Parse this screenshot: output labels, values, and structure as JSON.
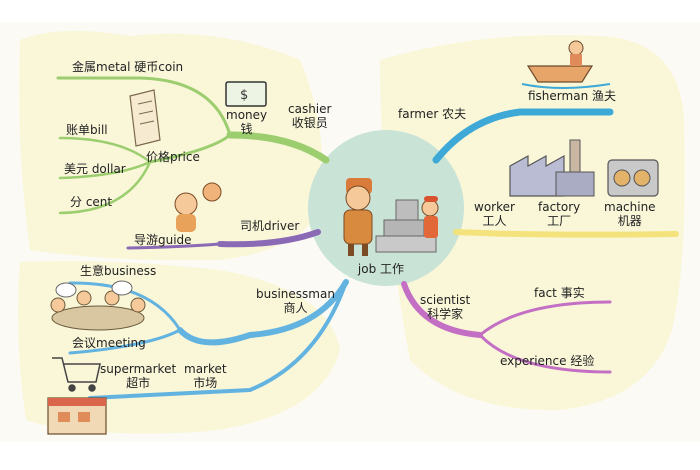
{
  "center": {
    "line1": "job",
    "line2": "工作"
  },
  "branches": {
    "cashier": {
      "label_en": "cashier",
      "label_cn": "收银员",
      "money": {
        "en": "money",
        "cn": "钱"
      },
      "metal_coin": "金属metal  硬币coin",
      "price": "价格price",
      "bill": "账单bill",
      "dollar": "美元 dollar",
      "cent": "分 cent"
    },
    "driver": {
      "label": "司机driver",
      "guide": "导游guide"
    },
    "businessman": {
      "label_en": "businessman",
      "label_cn": "商人",
      "business": "生意business",
      "meeting": "会议meeting",
      "market": {
        "en": "market",
        "cn": "市场"
      },
      "supermarket": {
        "en": "supermarket",
        "cn": "超市"
      }
    },
    "farmer": {
      "label": "farmer 农夫",
      "fisherman": "fisherman 渔夫"
    },
    "worker": {
      "label_en": "worker",
      "label_cn": "工人",
      "factory": {
        "en": "factory",
        "cn": "工厂"
      },
      "machine": {
        "en": "machine",
        "cn": "机器"
      }
    },
    "scientist": {
      "label_en": "scientist",
      "label_cn": "科学家",
      "fact": "fact 事实",
      "experience": "experience 经验"
    }
  },
  "colors": {
    "cashier_branch": "#9ccd6e",
    "driver_branch": "#8a6ab4",
    "businessman_branch": "#63b3e0",
    "farmer_branch": "#3ea9d6",
    "worker_branch": "#f4e37c",
    "scientist_branch": "#c36fc4",
    "center_circle": "#c9e3d6",
    "cloud_fill": "#faf7d9"
  },
  "icons": [
    "cashier-person-icon",
    "builder-icon",
    "banknote-icon",
    "receipt-icon",
    "tour-guide-icon",
    "meeting-table-icon",
    "shopping-cart-icon",
    "shop-icon",
    "fishing-boat-icon",
    "factory-icon",
    "machine-gear-icon"
  ]
}
